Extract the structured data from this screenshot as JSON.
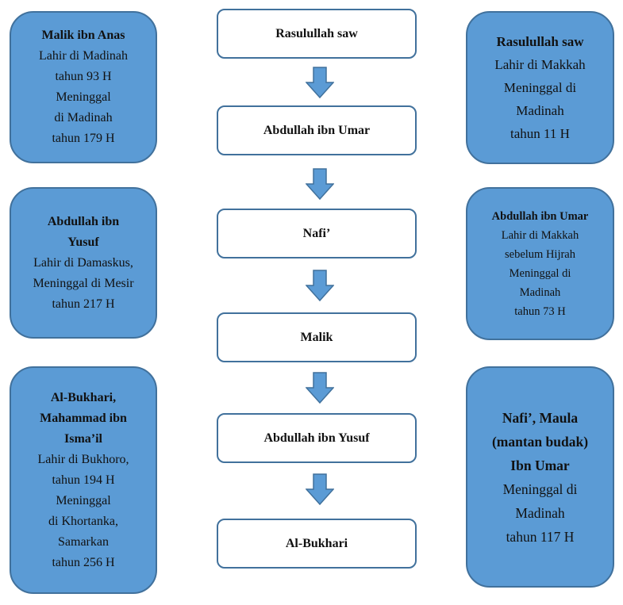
{
  "left_boxes": [
    {
      "lines": [
        "Malik ibn Anas",
        "Lahir di Madinah",
        "tahun 93 H",
        "Meninggal",
        "di Madinah",
        "tahun 179 H"
      ]
    },
    {
      "lines": [
        "Abdullah ibn",
        "Yusuf",
        "Lahir di Damaskus,",
        "Meninggal di Mesir",
        "tahun 217 H"
      ]
    },
    {
      "lines": [
        "Al-Bukhari,",
        "Mahammad ibn",
        "Isma’il",
        "Lahir di Bukhoro,",
        "tahun 194 H",
        "Meninggal",
        "di Khortanka,",
        "Samarkan",
        "tahun 256 H"
      ]
    }
  ],
  "right_boxes": [
    {
      "lines": [
        "Rasulullah saw",
        "Lahir di Makkah",
        "Meninggal di",
        "Madinah",
        "tahun 11 H"
      ]
    },
    {
      "lines": [
        "Abdullah ibn Umar",
        "Lahir di Makkah",
        "sebelum Hijrah",
        "Meninggal di",
        "Madinah",
        "tahun 73 H"
      ]
    },
    {
      "lines": [
        "Nafi’, Maula",
        "(mantan budak)",
        "Ibn Umar",
        "Meninggal di",
        "Madinah",
        "tahun 117 H"
      ]
    }
  ],
  "chain": [
    "Rasulullah saw",
    "Abdullah ibn Umar",
    "Nafi’",
    "Malik",
    "Abdullah ibn Yusuf",
    "Al-Bukhari"
  ],
  "colors": {
    "fill": "#5b9bd5",
    "border": "#41719c"
  }
}
